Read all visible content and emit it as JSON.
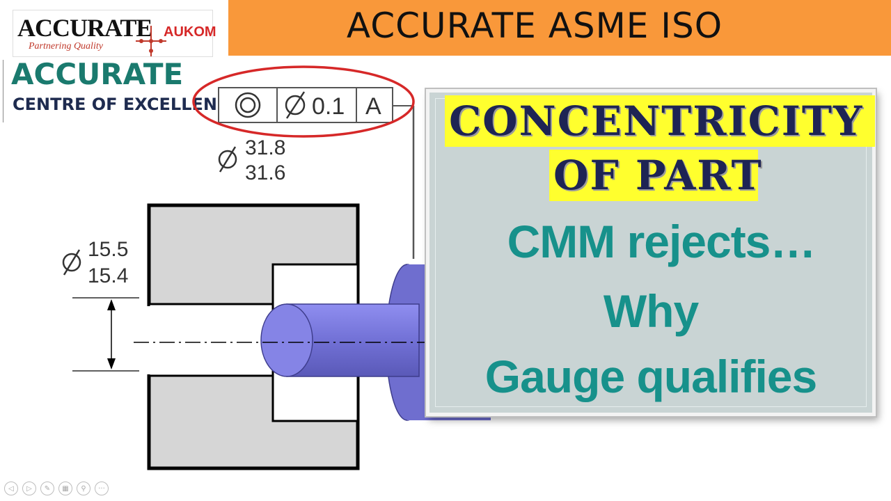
{
  "banner": {
    "title": "ACCURATE ASME ISO",
    "color": "#f9983a"
  },
  "logo": {
    "brand": "ACCURATE",
    "tagline": "Partnering Quality",
    "partner": "AUKOM"
  },
  "centre": {
    "name": "ACCURATE",
    "subtitle": "CENTRE OF EXCELLENCE"
  },
  "drawing": {
    "feature_control_frame": {
      "symbol_icon": "concentricity-icon",
      "tolerance": "0.1",
      "datum": "A"
    },
    "outer_diameter": {
      "max": "31.8",
      "min": "31.6"
    },
    "inner_diameter": {
      "max": "15.5",
      "min": "15.4"
    }
  },
  "card": {
    "heading_line1": "CONCENTRICITY",
    "heading_line2": "OF PART",
    "line1": "CMM rejects…",
    "line2": "Why",
    "line3": "Gauge qualifies",
    "heading_bg": "#ffff2e",
    "text_color": "#17918b"
  },
  "nav": {
    "icons": [
      "previous-icon",
      "next-icon",
      "pen-icon",
      "slides-icon",
      "zoom-icon",
      "more-icon"
    ],
    "more_label": "···"
  }
}
